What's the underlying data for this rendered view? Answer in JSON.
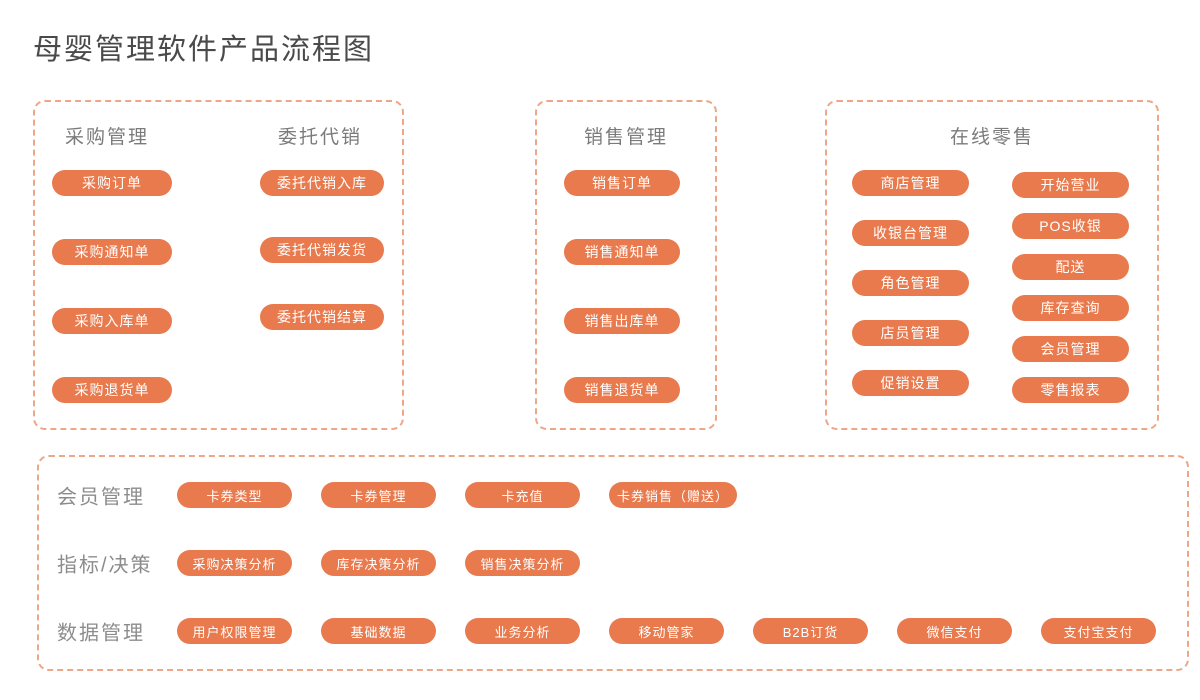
{
  "title": "母婴管理软件产品流程图",
  "colors": {
    "accent": "#E87A4E",
    "dashed_border": "#EDA687",
    "title_text": "#4A4A4A",
    "heading_text": "#7B7B7B",
    "pill_text": "#FFFFFF"
  },
  "purchase": {
    "columns": [
      {
        "heading": "采购管理",
        "buttons": [
          "采购订单",
          "采购通知单",
          "采购入库单",
          "采购退货单"
        ]
      },
      {
        "heading": "委托代销",
        "buttons": [
          "委托代销入库",
          "委托代销发货",
          "委托代销结算"
        ]
      }
    ]
  },
  "sales": {
    "heading": "销售管理",
    "buttons": [
      "销售订单",
      "销售通知单",
      "销售出库单",
      "销售退货单"
    ]
  },
  "retail": {
    "heading": "在线零售",
    "left": [
      "商店管理",
      "收银台管理",
      "角色管理",
      "店员管理",
      "促销设置"
    ],
    "right": [
      "开始营业",
      "POS收银",
      "配送",
      "库存查询",
      "会员管理",
      "零售报表"
    ]
  },
  "bottom": {
    "rows": [
      {
        "label": "会员管理",
        "buttons": [
          "卡券类型",
          "卡券管理",
          "卡充值",
          "卡券销售（赠送）"
        ]
      },
      {
        "label": "指标/决策",
        "buttons": [
          "采购决策分析",
          "库存决策分析",
          "销售决策分析"
        ]
      },
      {
        "label": "数据管理",
        "buttons": [
          "用户权限管理",
          "基础数据",
          "业务分析",
          "移动管家",
          "B2B订货",
          "微信支付",
          "支付宝支付"
        ]
      }
    ]
  }
}
